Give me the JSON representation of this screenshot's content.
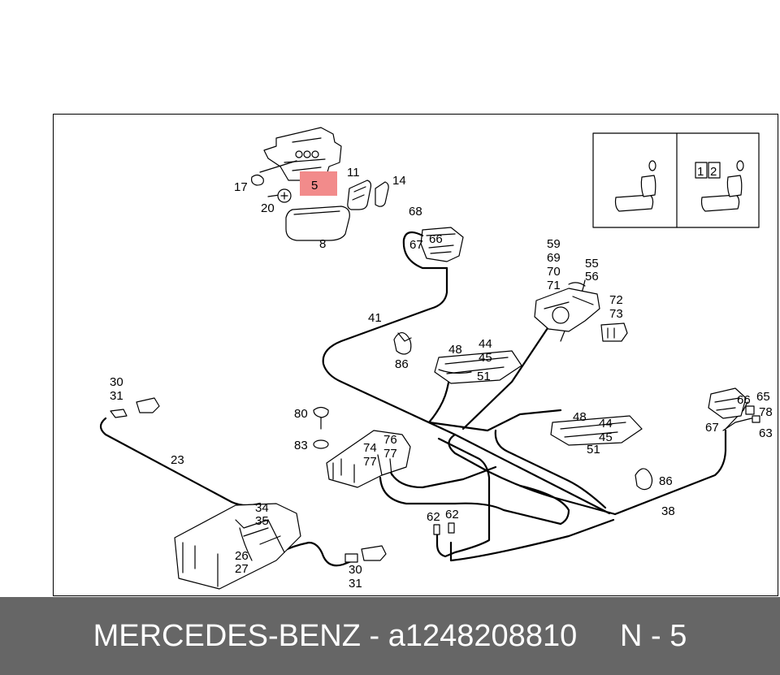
{
  "highlight_color": "#f28b8b",
  "footer_color": "#666666",
  "callouts": {
    "c5": "5",
    "c8": "8",
    "c11": "11",
    "c14": "14",
    "c17": "17",
    "c20": "20",
    "c68": "68",
    "c67a": "67",
    "c66a": "66",
    "c41": "41",
    "c86a": "86",
    "c59": "59",
    "c69": "69",
    "c70": "70",
    "c71": "71",
    "c55": "55",
    "c56": "56",
    "c72": "72",
    "c73": "73",
    "c48a": "48",
    "c44a": "44",
    "c45a": "45",
    "c51a": "51",
    "c30a": "30",
    "c31a": "31",
    "c23": "23",
    "c80": "80",
    "c83": "83",
    "c76": "76",
    "c74": "74",
    "c77a": "77",
    "c77b": "77",
    "c48b": "48",
    "c44b": "44",
    "c45b": "45",
    "c51b": "51",
    "c66b": "66",
    "c65": "65",
    "c67b": "67",
    "c78": "78",
    "c63": "63",
    "c86b": "86",
    "c38": "38",
    "c62a": "62",
    "c62b": "62",
    "c34": "34",
    "c35": "35",
    "c26": "26",
    "c27": "27",
    "c30b": "30",
    "c31b": "31"
  },
  "inset": {
    "label_1": "1",
    "label_2": "2"
  },
  "footer": {
    "brand": "MERCEDES-BENZ",
    "separator": "-",
    "part_number": "a1248208810",
    "position": "N - 5"
  }
}
